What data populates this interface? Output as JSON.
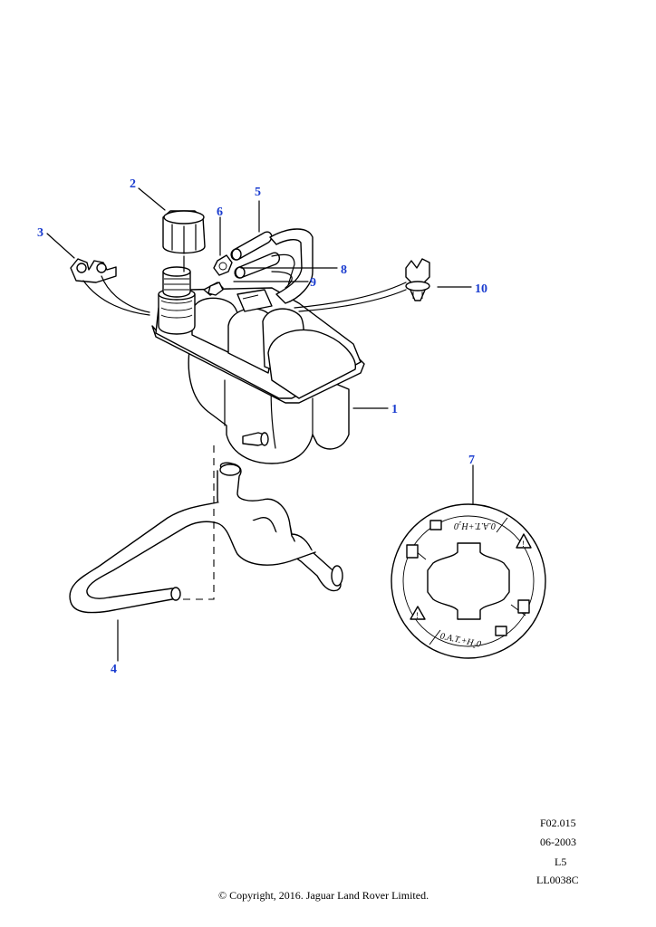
{
  "parts": [
    {
      "id": "part-1",
      "number": "1"
    },
    {
      "id": "part-2",
      "number": "2"
    },
    {
      "id": "part-3",
      "number": "3"
    },
    {
      "id": "part-4",
      "number": "4"
    },
    {
      "id": "part-5",
      "number": "5"
    },
    {
      "id": "part-6",
      "number": "6"
    },
    {
      "id": "part-7",
      "number": "7"
    },
    {
      "id": "part-8",
      "number": "8"
    },
    {
      "id": "part-9",
      "number": "9"
    },
    {
      "id": "part-10",
      "number": "10"
    }
  ],
  "cap_markings": {
    "top_text": "0.A.T.+H₂0",
    "bottom_text": "0.A.T.+H₂0"
  },
  "reference": {
    "figure_code": "F02.015",
    "date": "06-2003",
    "level": "L5",
    "illustration_id": "LL0038C"
  },
  "copyright": "© Copyright, 2016. Jaguar Land Rover Limited.",
  "colors": {
    "callout": "#1a3ccf",
    "line": "#000000",
    "background": "#ffffff"
  }
}
